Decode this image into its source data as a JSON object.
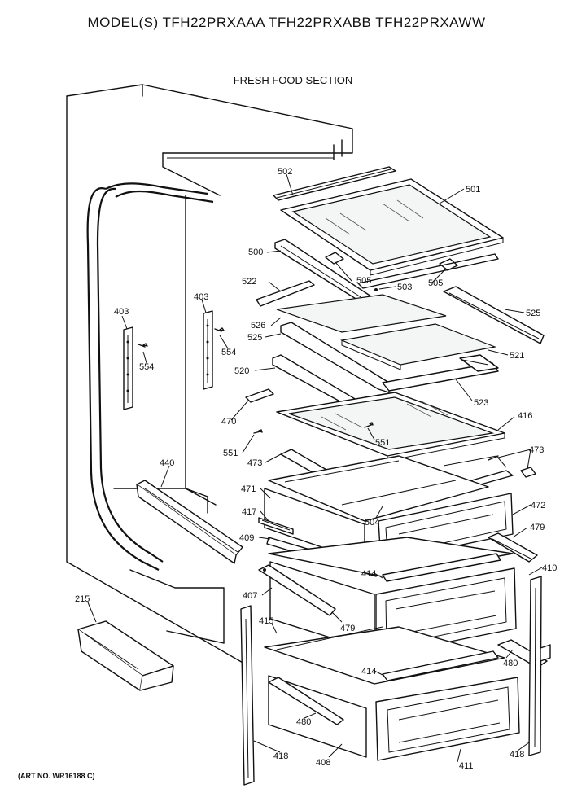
{
  "header": {
    "title": "MODEL(S) TFH22PRXAAA TFH22PRXABB TFH22PRXAWW",
    "section": "FRESH FOOD SECTION"
  },
  "footer": {
    "art_no": "(ART NO. WR16188 C)"
  },
  "labels": {
    "p501": "501",
    "p502": "502",
    "p500": "500",
    "p505a": "505",
    "p503": "503",
    "p505b": "505",
    "p522": "522",
    "p526": "526",
    "p525a": "525",
    "p525b": "525",
    "p521": "521",
    "p520": "520",
    "p523": "523",
    "p470": "470",
    "p416": "416",
    "p551a": "551",
    "p551b": "551",
    "p473a": "473",
    "p473b": "473",
    "p471": "471",
    "p472": "472",
    "p417": "417",
    "p504": "504",
    "p479a": "479",
    "p409": "409",
    "p414a": "414",
    "p410": "410",
    "p407": "407",
    "p479b": "479",
    "p415": "415",
    "p414b": "414",
    "p480a": "480",
    "p480b": "480",
    "p418a": "418",
    "p418b": "418",
    "p408": "408",
    "p411": "411",
    "p215": "215",
    "p440": "440",
    "p403a": "403",
    "p403b": "403",
    "p554a": "554",
    "p554b": "554"
  }
}
